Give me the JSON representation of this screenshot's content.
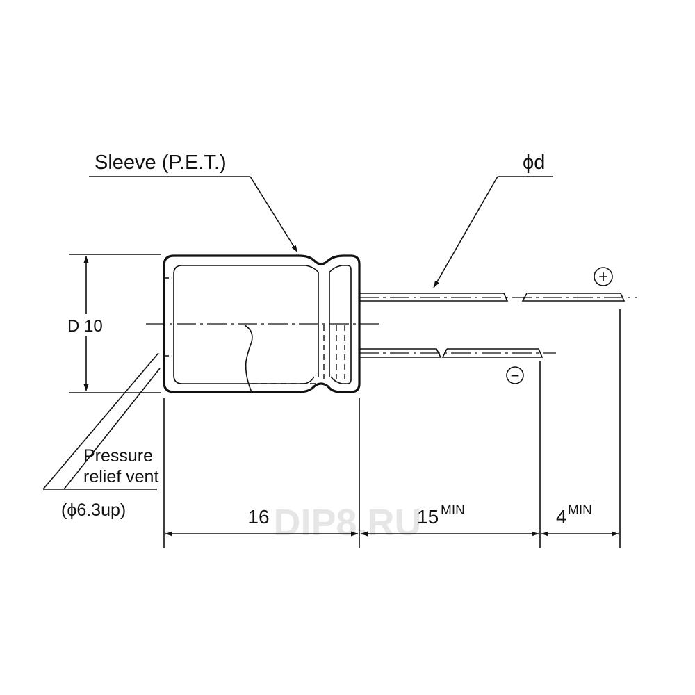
{
  "labels": {
    "sleeve": "Sleeve (P.E.T.)",
    "lead_diameter": "ϕd",
    "diameter": "D 10",
    "vent_line1": "Pressure",
    "vent_line2": "relief vent",
    "vent_size": "(ϕ6.3up)",
    "dim_length": "16",
    "dim_lead_main": "15",
    "dim_lead_sup": "MIN",
    "dim_end_main": "4",
    "dim_end_sup": "MIN",
    "plus_sign": "+",
    "minus_sign": "−",
    "watermark": "DIP8.RU"
  },
  "colors": {
    "ink": "#111111",
    "watermark": "#e6e6e6"
  }
}
